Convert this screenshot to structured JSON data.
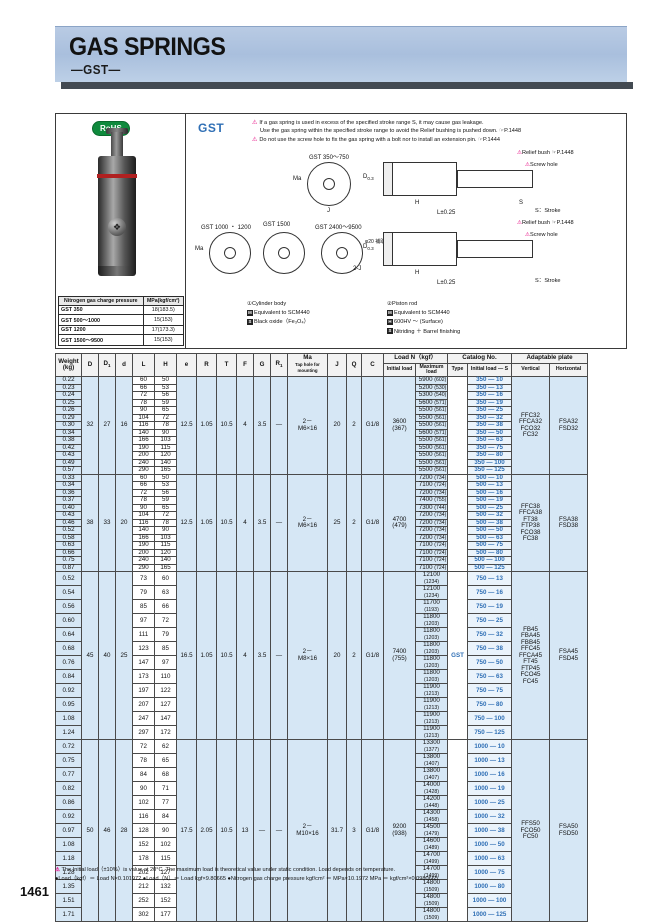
{
  "header": {
    "title": "GAS SPRINGS",
    "subtitle": "—GST—"
  },
  "panel": {
    "rohs_label": "RoHS",
    "series_tag": "GST",
    "notes": [
      "If a gas spring is used in excess of the specified stroke range S, it may cause gas leakage.",
      "Use the gas spring within the specified stroke range to avoid the Relief bushing is pushed down.  ☞P.1448",
      "Do not use the screw hole to fix the gas spring with a bolt nor to install an extension pin.  ☞P.1444"
    ],
    "drawing_labels": [
      "GST 350～750",
      "GST 1000 ・ 1200",
      "GST 1500",
      "GST 2400～9500",
      "φ20 補助",
      "Ma",
      "J",
      "2-J",
      "4-J",
      "L±0.25",
      "S：Stroke"
    ],
    "callouts": [
      "Relief bush ☞P.1448",
      "Screw hole",
      "S：Stroke"
    ],
    "gas_table": {
      "header": [
        "Nitrogen gas charge pressure",
        "MPa(kgf/cm²)"
      ],
      "rows": [
        [
          "GST  350",
          "18(183.5)"
        ],
        [
          "GST  500～1000",
          "15(153)"
        ],
        [
          "GST  1200",
          "17(173.3)"
        ],
        [
          "GST  1500～9500",
          "15(153)"
        ]
      ]
    },
    "materials": {
      "cylinder": {
        "title": "①Cylinder body",
        "lines": [
          {
            "box": "M",
            "text": "Equivalent to SCM440"
          },
          {
            "box": "S",
            "text": "Black oxide（Fe₃O₄）"
          }
        ]
      },
      "piston": {
        "title": "②Piston rod",
        "lines": [
          {
            "box": "M",
            "text": "Equivalent to SCM440"
          },
          {
            "box": "H",
            "text": "600HV ～ (Surface)"
          },
          {
            "box": "S",
            "text": "Nitriding ＋ Barrel finishing"
          }
        ]
      }
    }
  },
  "spec_table": {
    "group_headers": {
      "load": "Load N（kgf）",
      "catalog": "Catalog No.",
      "plate": "Adaptable plate"
    },
    "columns": [
      "Weight (kg)",
      "D",
      "D₁",
      "d",
      "L",
      "H",
      "e",
      "R",
      "T",
      "F",
      "G",
      "R₁",
      "Ma",
      "J",
      "Q",
      "C",
      "Initial load",
      "Maximum load",
      "Type",
      "Initial load — S",
      "Vertical",
      "Horizontal"
    ],
    "ma_sub": "Tap hole for mounting",
    "blocks": [
      {
        "D": "32",
        "D1": "27",
        "d": "16",
        "e": "12.5",
        "R": "1.05",
        "T": "10.5",
        "F": "4",
        "G": "3.5",
        "R1": "—",
        "Ma": "2－\nM6×16",
        "J": "20",
        "Q": "2",
        "C": "G1/8",
        "initial_load": "3600\n(367)",
        "type": "",
        "vertical": "FFC32\nFFCA32\nFCO32\nFC32",
        "horizontal": "FSA32\nFSD32",
        "rows": [
          {
            "w": "0.22",
            "L": "60",
            "H": "50",
            "max": "5900",
            "maxk": "(602)",
            "code": "350 —  10"
          },
          {
            "w": "0.23",
            "L": "66",
            "H": "53",
            "max": "5200",
            "maxk": "(530)",
            "code": "350 —  13"
          },
          {
            "w": "0.24",
            "L": "72",
            "H": "56",
            "max": "5300",
            "maxk": "(540)",
            "code": "350 —  16"
          },
          {
            "w": "0.25",
            "L": "78",
            "H": "59",
            "max": "5600",
            "maxk": "(571)",
            "code": "350 —  19"
          },
          {
            "w": "0.26",
            "L": "90",
            "H": "65",
            "max": "5500",
            "maxk": "(561)",
            "code": "350 —  25"
          },
          {
            "w": "0.29",
            "L": "104",
            "H": "72",
            "max": "5500",
            "maxk": "(561)",
            "code": "350 —  32"
          },
          {
            "w": "0.30",
            "L": "116",
            "H": "78",
            "max": "5500",
            "maxk": "(561)",
            "code": "350 —  38"
          },
          {
            "w": "0.34",
            "L": "140",
            "H": "90",
            "max": "5600",
            "maxk": "(571)",
            "code": "350 —  50"
          },
          {
            "w": "0.38",
            "L": "166",
            "H": "103",
            "max": "5500",
            "maxk": "(561)",
            "code": "350 —  63"
          },
          {
            "w": "0.42",
            "L": "190",
            "H": "115",
            "max": "5500",
            "maxk": "(561)",
            "code": "350 —  75"
          },
          {
            "w": "0.43",
            "L": "200",
            "H": "120",
            "max": "5500",
            "maxk": "(561)",
            "code": "350 —  80"
          },
          {
            "w": "0.49",
            "L": "240",
            "H": "140",
            "max": "5500",
            "maxk": "(561)",
            "code": "350 — 100"
          },
          {
            "w": "0.57",
            "L": "290",
            "H": "165",
            "max": "5500",
            "maxk": "(561)",
            "code": "350 — 125"
          }
        ]
      },
      {
        "D": "38",
        "D1": "33",
        "d": "20",
        "e": "12.5",
        "R": "1.05",
        "T": "10.5",
        "F": "4",
        "G": "3.5",
        "R1": "—",
        "Ma": "2－\nM6×16",
        "J": "25",
        "Q": "2",
        "C": "G1/8",
        "initial_load": "4700\n(479)",
        "type": "",
        "vertical": "FFC38\nFFCA38\nFT38\nFTP38\nFCO38\nFC38",
        "horizontal": "FSA38\nFSD38",
        "rows": [
          {
            "w": "0.33",
            "L": "60",
            "H": "50",
            "max": "7200",
            "maxk": "(734)",
            "code": "500 —  10"
          },
          {
            "w": "0.34",
            "L": "66",
            "H": "53",
            "max": "7100",
            "maxk": "(724)",
            "code": "500 —  13"
          },
          {
            "w": "0.36",
            "L": "72",
            "H": "56",
            "max": "7200",
            "maxk": "(734)",
            "code": "500 —  16"
          },
          {
            "w": "0.37",
            "L": "78",
            "H": "59",
            "max": "7400",
            "maxk": "(755)",
            "code": "500 —  19"
          },
          {
            "w": "0.40",
            "L": "90",
            "H": "65",
            "max": "7300",
            "maxk": "(744)",
            "code": "500 —  25"
          },
          {
            "w": "0.43",
            "L": "104",
            "H": "72",
            "max": "7200",
            "maxk": "(734)",
            "code": "500 —  32"
          },
          {
            "w": "0.46",
            "L": "116",
            "H": "78",
            "max": "7200",
            "maxk": "(734)",
            "code": "500 —  38"
          },
          {
            "w": "0.52",
            "L": "140",
            "H": "90",
            "max": "7200",
            "maxk": "(734)",
            "code": "500 —  50"
          },
          {
            "w": "0.58",
            "L": "166",
            "H": "103",
            "max": "7200",
            "maxk": "(734)",
            "code": "500 —  63"
          },
          {
            "w": "0.63",
            "L": "190",
            "H": "115",
            "max": "7100",
            "maxk": "(724)",
            "code": "500 —  75"
          },
          {
            "w": "0.66",
            "L": "200",
            "H": "120",
            "max": "7100",
            "maxk": "(724)",
            "code": "500 —  80"
          },
          {
            "w": "0.75",
            "L": "240",
            "H": "140",
            "max": "7100",
            "maxk": "(724)",
            "code": "500 — 100"
          },
          {
            "w": "0.87",
            "L": "290",
            "H": "165",
            "max": "7100",
            "maxk": "(724)",
            "code": "500 — 125"
          }
        ]
      },
      {
        "D": "45",
        "D1": "40",
        "d": "25",
        "e": "16.5",
        "R": "1.05",
        "T": "10.5",
        "F": "4",
        "G": "3.5",
        "R1": "—",
        "Ma": "2－\nM8×16",
        "J": "20",
        "Q": "2",
        "C": "G1/8",
        "initial_load": "7400\n(755)",
        "type": "GST",
        "vertical": "FB45\nFBA45\nFBB45\nFFC45\nFFCA45\nFT45\nFTP45\nFCO45\nFC45",
        "horizontal": "FSA45\nFSD45",
        "rows": [
          {
            "w": "0.52",
            "L": "73",
            "H": "60",
            "max": "12100",
            "maxk": "(1234)",
            "code": "750 —  13"
          },
          {
            "w": "0.54",
            "L": "79",
            "H": "63",
            "max": "12100",
            "maxk": "(1234)",
            "code": "750 —  16"
          },
          {
            "w": "0.56",
            "L": "85",
            "H": "66",
            "max": "11700",
            "maxk": "(1193)",
            "code": "750 —  19"
          },
          {
            "w": "0.60",
            "L": "97",
            "H": "72",
            "max": "11800",
            "maxk": "(1203)",
            "code": "750 —  25"
          },
          {
            "w": "0.64",
            "L": "111",
            "H": "79",
            "max": "11800",
            "maxk": "(1203)",
            "code": "750 —  32"
          },
          {
            "w": "0.68",
            "L": "123",
            "H": "85",
            "max": "11800",
            "maxk": "(1203)",
            "code": "750 —  38"
          },
          {
            "w": "0.76",
            "L": "147",
            "H": "97",
            "max": "11800",
            "maxk": "(1203)",
            "code": "750 —  50"
          },
          {
            "w": "0.84",
            "L": "173",
            "H": "110",
            "max": "11800",
            "maxk": "(1203)",
            "code": "750 —  63"
          },
          {
            "w": "0.92",
            "L": "197",
            "H": "122",
            "max": "11900",
            "maxk": "(1213)",
            "code": "750 —  75"
          },
          {
            "w": "0.95",
            "L": "207",
            "H": "127",
            "max": "11900",
            "maxk": "(1213)",
            "code": "750 —  80"
          },
          {
            "w": "1.08",
            "L": "247",
            "H": "147",
            "max": "11900",
            "maxk": "(1213)",
            "code": "750 — 100"
          },
          {
            "w": "1.24",
            "L": "297",
            "H": "172",
            "max": "11900",
            "maxk": "(1213)",
            "code": "750 — 125"
          }
        ]
      },
      {
        "D": "50",
        "D1": "46",
        "d": "28",
        "e": "17.5",
        "R": "2.05",
        "T": "10.5",
        "F": "13",
        "G": "—",
        "R1": "—",
        "Ma": "2－\nM10×16",
        "J": "31.7",
        "Q": "3",
        "C": "G1/8",
        "initial_load": "9200\n(938)",
        "type": "",
        "vertical": "FFS50\nFCO50\nFC50",
        "horizontal": "FSA50\nFSD50",
        "rows": [
          {
            "w": "0.72",
            "L": "72",
            "H": "62",
            "max": "13300",
            "maxk": "(1377)",
            "code": "1000 —  10"
          },
          {
            "w": "0.75",
            "L": "78",
            "H": "65",
            "max": "13800",
            "maxk": "(1407)",
            "code": "1000 —  13"
          },
          {
            "w": "0.77",
            "L": "84",
            "H": "68",
            "max": "13800",
            "maxk": "(1407)",
            "code": "1000 —  16"
          },
          {
            "w": "0.82",
            "L": "90",
            "H": "71",
            "max": "14000",
            "maxk": "(1428)",
            "code": "1000 —  19"
          },
          {
            "w": "0.86",
            "L": "102",
            "H": "77",
            "max": "14200",
            "maxk": "(1448)",
            "code": "1000 —  25"
          },
          {
            "w": "0.92",
            "L": "116",
            "H": "84",
            "max": "14300",
            "maxk": "(1458)",
            "code": "1000 —  32"
          },
          {
            "w": "0.97",
            "L": "128",
            "H": "90",
            "max": "14500",
            "maxk": "(1479)",
            "code": "1000 —  38"
          },
          {
            "w": "1.08",
            "L": "152",
            "H": "102",
            "max": "14600",
            "maxk": "(1489)",
            "code": "1000 —  50"
          },
          {
            "w": "1.18",
            "L": "178",
            "H": "115",
            "max": "14700",
            "maxk": "(1499)",
            "code": "1000 —  63"
          },
          {
            "w": "1.28",
            "L": "202",
            "H": "127",
            "max": "14700",
            "maxk": "(1499)",
            "code": "1000 —  75"
          },
          {
            "w": "1.35",
            "L": "212",
            "H": "132",
            "max": "14800",
            "maxk": "(1509)",
            "code": "1000 —  80"
          },
          {
            "w": "1.51",
            "L": "252",
            "H": "152",
            "max": "14800",
            "maxk": "(1509)",
            "code": "1000 — 100"
          },
          {
            "w": "1.71",
            "L": "302",
            "H": "177",
            "max": "14800",
            "maxk": "(1509)",
            "code": "1000 — 125"
          }
        ]
      }
    ]
  },
  "footnotes": {
    "line1": "The Initial load（±10%）is value at 20°C. The maximum load is theoretical value under static condition. Load depends on temperature.",
    "line2": "●Load（kgf）＝ Load N×0.101972  ●Load（N）＝ Load kgf×9.80665  ●Nitrogen gas charge pressure   kgf/cm² ＝ MPa×10.1972   MPa ＝ kgf/cm²×0.0980665"
  },
  "page_number": "1461"
}
